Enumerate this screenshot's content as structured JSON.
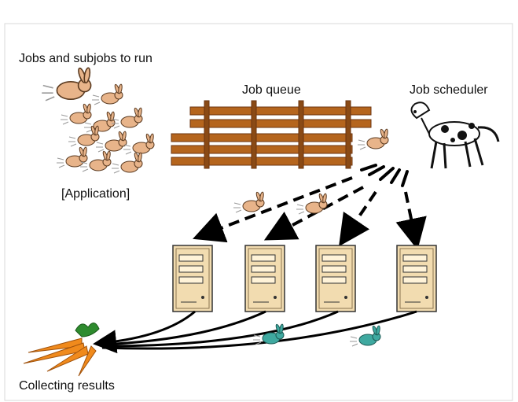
{
  "labels": {
    "jobs": "Jobs and subjobs to run",
    "application": "[Application]",
    "queue": "Job queue",
    "scheduler": "Job scheduler",
    "collecting": "Collecting results"
  },
  "colors": {
    "fence": "#b5651d",
    "fence_dark": "#6b3410",
    "rabbit": "#e8b48a",
    "rabbit_done": "#3fa9a0",
    "server": "#f2dcb0",
    "carrot": "#f08a1c",
    "carrot_leaf": "#2e8b2e",
    "arrow": "#000000"
  },
  "icons": {
    "job_rabbits": "rabbit-icon",
    "fence": "fence-icon",
    "scheduler": "dalmatian-dog-icon",
    "server": "server-tower-icon",
    "result": "carrot-bunch-icon"
  }
}
